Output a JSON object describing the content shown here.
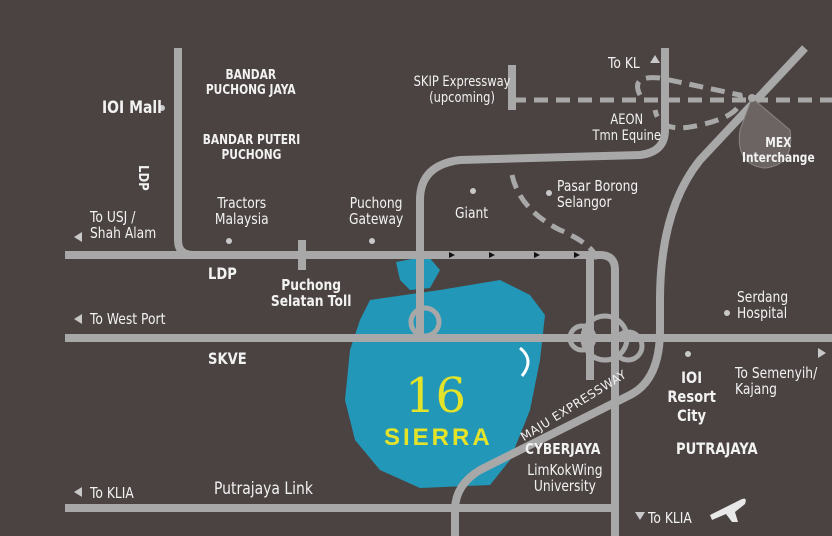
{
  "landmarks": {
    "ioi_mall": "IOI Mall",
    "bandar_puchong_jaya": [
      "BANDAR",
      "PUCHONG JAYA"
    ],
    "bandar_puteri_puchong": [
      "BANDAR PUTERI",
      "PUCHONG"
    ],
    "tractors_malaysia": [
      "Tractors",
      "Malaysia"
    ],
    "puchong_gateway": [
      "Puchong",
      "Gateway"
    ],
    "giant": "Giant",
    "pasar_borong": [
      "Pasar Borong",
      "Selangor"
    ],
    "aeon": [
      "AEON",
      "Tmn Equine"
    ],
    "serdang_hospital": [
      "Serdang",
      "Hospital"
    ],
    "ioi_resort_city": [
      "IOI",
      "Resort",
      "City"
    ],
    "cyberjaya": "CYBERJAYA",
    "limkokwing": [
      "LimKokWing",
      "University"
    ],
    "putrajaya": "PUTRAJAYA",
    "puchong_selatan_toll": [
      "Puchong",
      "Selatan Toll"
    ],
    "mex_interchange": [
      "MEX",
      "Interchange"
    ]
  },
  "roads": {
    "ldp_vertical": "LDP",
    "ldp": "LDP",
    "skve": "SKVE",
    "putrajaya_link": "Putrajaya Link",
    "maju_expressway": "MAJU EXPRESSWAY",
    "skip_expressway": [
      "SKIP Expressway",
      "(upcoming)"
    ]
  },
  "directions": {
    "to_kl": "To KL",
    "to_usj": [
      "To USJ /",
      "Shah Alam"
    ],
    "to_west_port": "To West Port",
    "to_semenyih": [
      "To Semenyih/",
      "Kajang"
    ],
    "to_klia_left": "To KLIA",
    "to_klia_right": "To KLIA"
  },
  "project": {
    "number": "16",
    "name": "SIERRA"
  },
  "colors": {
    "background": "#4a4341",
    "road": "#a8a8a8",
    "site": "#2397b8",
    "brand": "#e3e32a",
    "text": "#f2f2f2"
  },
  "icons": [
    "airplane-icon",
    "location-dot-icon",
    "direction-arrow-icon"
  ]
}
